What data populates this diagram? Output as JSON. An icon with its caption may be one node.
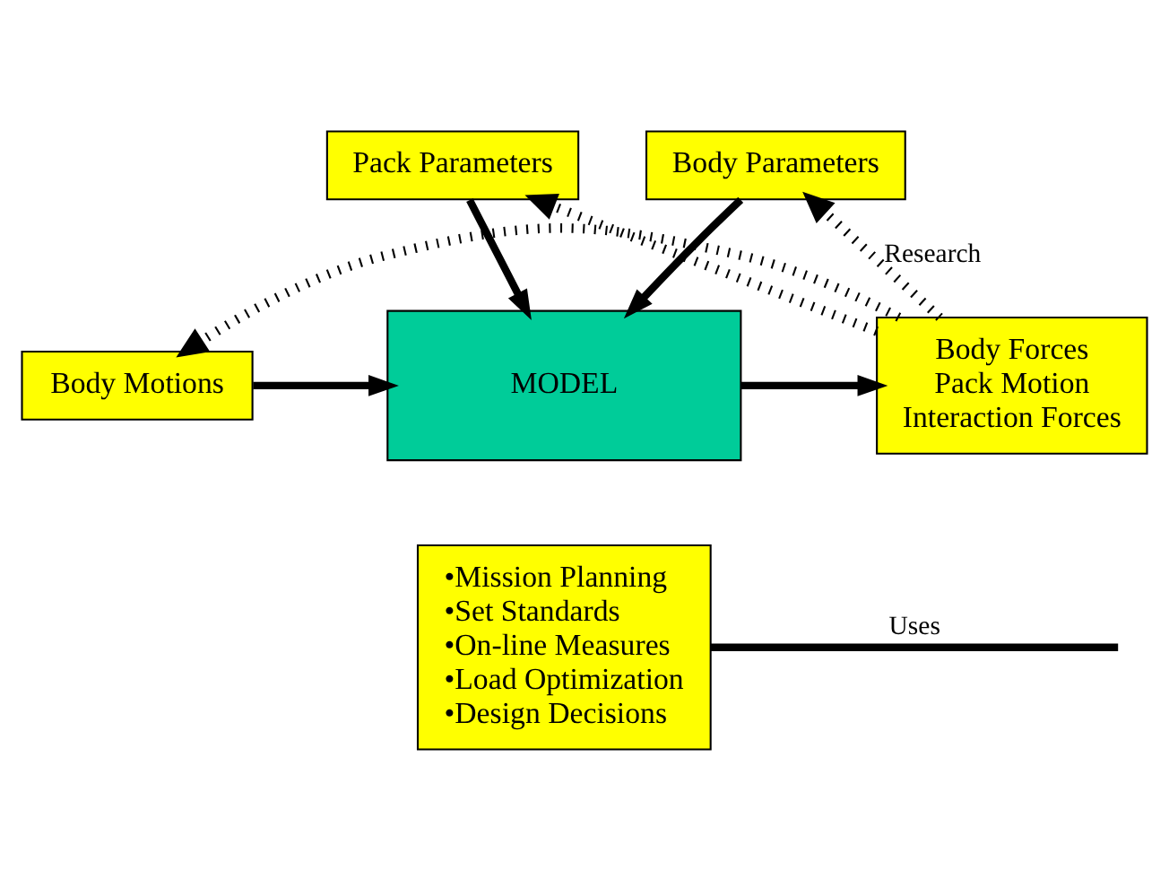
{
  "diagram": {
    "nodes": [
      {
        "text": [
          "Pack Parameters"
        ]
      },
      {
        "text": [
          "Body Parameters"
        ]
      },
      {
        "text": [
          "Body Motions"
        ]
      },
      {
        "text": [
          "MODEL"
        ]
      },
      {
        "text": [
          "Body Forces",
          "Pack Motion",
          "Interaction Forces"
        ]
      },
      {
        "text": [
          "•Mission Planning",
          "•Set Standards",
          "•On-line Measures",
          "•Load Optimization",
          "•Design Decisions"
        ]
      }
    ],
    "edges": [
      {
        "from": 4,
        "to": 0,
        "arrow": "to",
        "style": "dashed"
      },
      {
        "from": 4,
        "to": 1,
        "arrow": "to",
        "style": "dashed",
        "label": "Research"
      },
      {
        "from": 4,
        "to": 2,
        "arrow": "to",
        "style": "dashed"
      },
      {
        "from": 0,
        "to": 3,
        "arrow": "to"
      },
      {
        "from": 1,
        "to": 3,
        "arrow": "to"
      },
      {
        "from": 2,
        "to": 3,
        "arrow": "to"
      },
      {
        "from": 3,
        "to": 4,
        "arrow": "to"
      },
      {
        "from": 5,
        "to": null,
        "arrow": "none",
        "label": "Uses"
      }
    ]
  }
}
